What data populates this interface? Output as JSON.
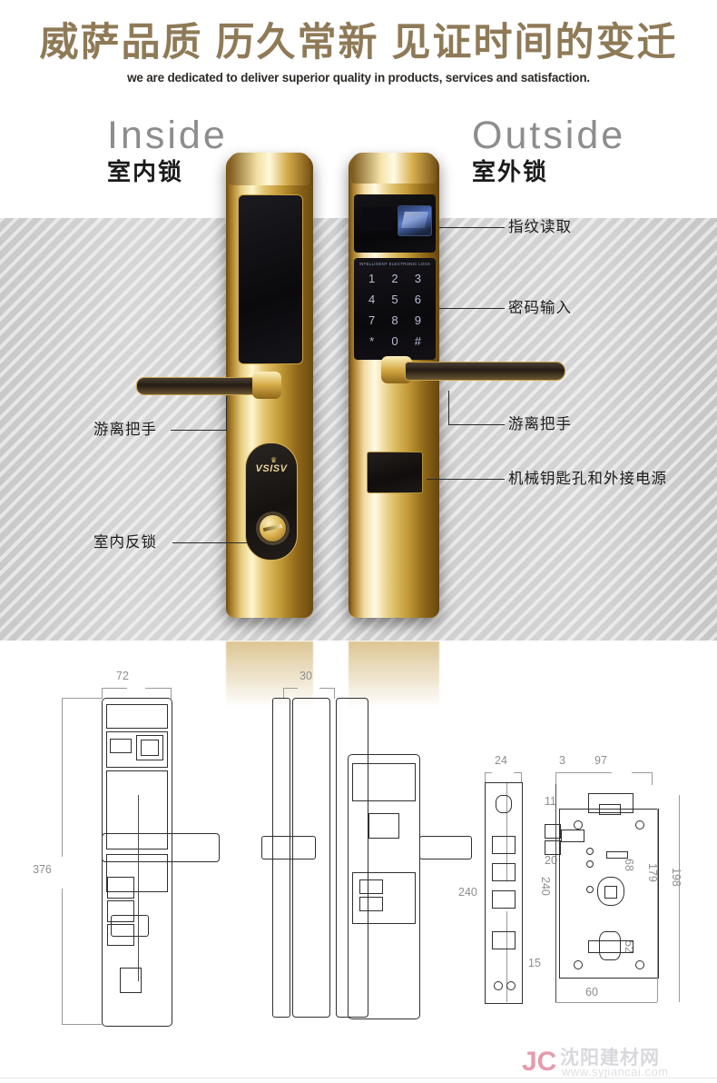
{
  "header": {
    "headline": "威萨品质 历久常新 见证时间的变迁",
    "subhead": "we are dedicated to deliver superior quality in products, services and satisfaction."
  },
  "sections": [
    {
      "en": "Inside",
      "cn": "室内锁"
    },
    {
      "en": "Outside",
      "cn": "室外锁"
    }
  ],
  "product": {
    "brand": "VSISV",
    "keypad_title": "INTELLIGENT ELECTRONIC LOCK",
    "keys": [
      "1",
      "2",
      "3",
      "4",
      "5",
      "6",
      "7",
      "8",
      "9",
      "*",
      "0",
      "#"
    ]
  },
  "callouts": {
    "fingerprint": "指纹读取",
    "password": "密码输入",
    "handle_right": "游离把手",
    "keyhole_power": "机械钥匙孔和外接电源",
    "handle_left": "游离把手",
    "deadbolt": "室内反锁"
  },
  "dimensions": {
    "front_width": "72",
    "front_height": "376",
    "panel_thickness": "30",
    "faceplate_width": "24",
    "faceplate_height": "240",
    "body_height": "240",
    "offset_3": "3",
    "body_width": "97",
    "d11": "11",
    "d20": "20",
    "d68": "68",
    "d179": "179",
    "d198": "198",
    "d52": "52",
    "d15": "15",
    "d60": "60"
  },
  "watermark": {
    "mark": "JC",
    "name": "沈阳建材网",
    "url": "www.syjiancai.com"
  }
}
